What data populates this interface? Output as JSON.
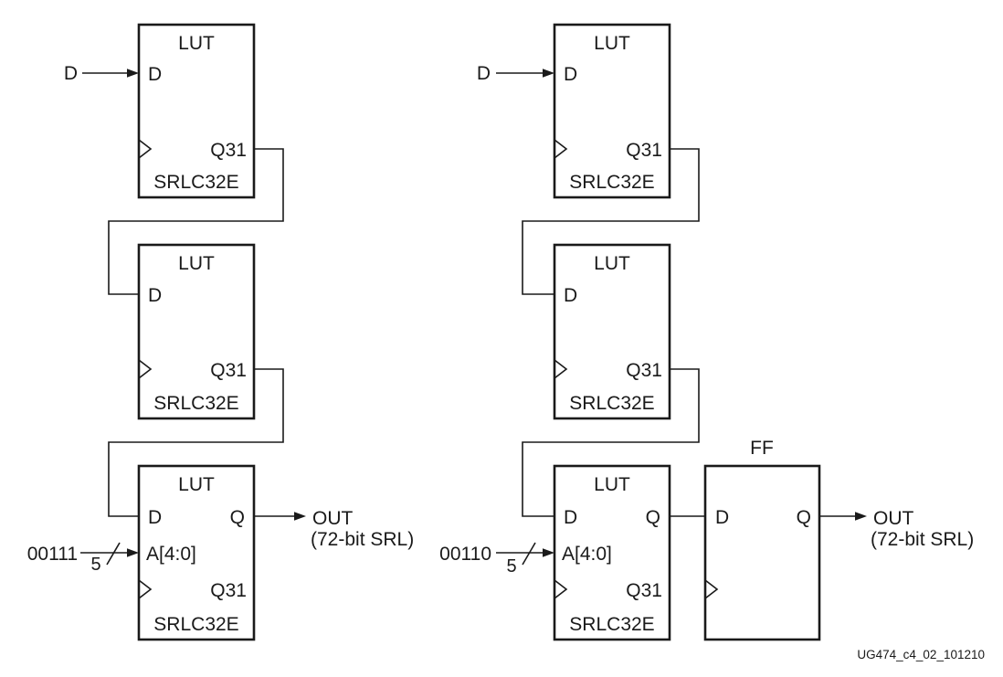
{
  "colors": {
    "line": "#1a1a1a",
    "caption_text": "#4e4e50",
    "background": "#ffffff"
  },
  "caption": "UG474_c4_02_101210",
  "left_chain": {
    "external_input": "D",
    "srl1": {
      "type": "LUT",
      "name": "SRLC32E",
      "pin_d": "D",
      "pin_q31": "Q31"
    },
    "srl2": {
      "type": "LUT",
      "name": "SRLC32E",
      "pin_d": "D",
      "pin_q31": "Q31"
    },
    "srl3": {
      "type": "LUT",
      "name": "SRLC32E",
      "pin_d": "D",
      "pin_q": "Q",
      "pin_q31": "Q31",
      "pin_addr": "A[4:0]",
      "addr_value": "00111",
      "bus_width": "5"
    },
    "output": "OUT",
    "output_note": "(72-bit SRL)"
  },
  "right_chain": {
    "external_input": "D",
    "srl1": {
      "type": "LUT",
      "name": "SRLC32E",
      "pin_d": "D",
      "pin_q31": "Q31"
    },
    "srl2": {
      "type": "LUT",
      "name": "SRLC32E",
      "pin_d": "D",
      "pin_q31": "Q31"
    },
    "srl3": {
      "type": "LUT",
      "name": "SRLC32E",
      "pin_d": "D",
      "pin_q": "Q",
      "pin_q31": "Q31",
      "pin_addr": "A[4:0]",
      "addr_value": "00110",
      "bus_width": "5"
    },
    "ff": {
      "title": "FF",
      "pin_d": "D",
      "pin_q": "Q"
    },
    "output": "OUT",
    "output_note": "(72-bit SRL)"
  }
}
